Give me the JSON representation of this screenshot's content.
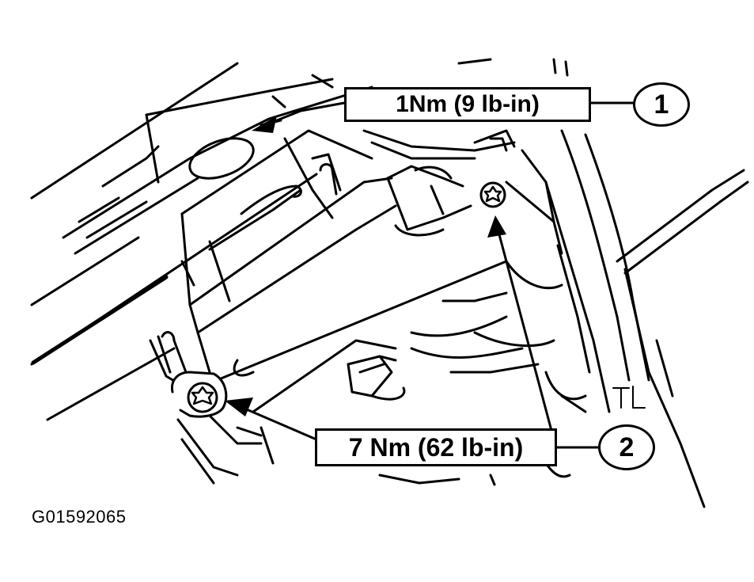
{
  "callouts": [
    {
      "number": "1",
      "torque": "1Nm (9 lb-in)"
    },
    {
      "number": "2",
      "torque": "7 Nm (62 lb-in)"
    }
  ],
  "figure_id": "G01592065",
  "mark": "TL",
  "colors": {
    "ink": "#000000",
    "paper": "#ffffff"
  }
}
